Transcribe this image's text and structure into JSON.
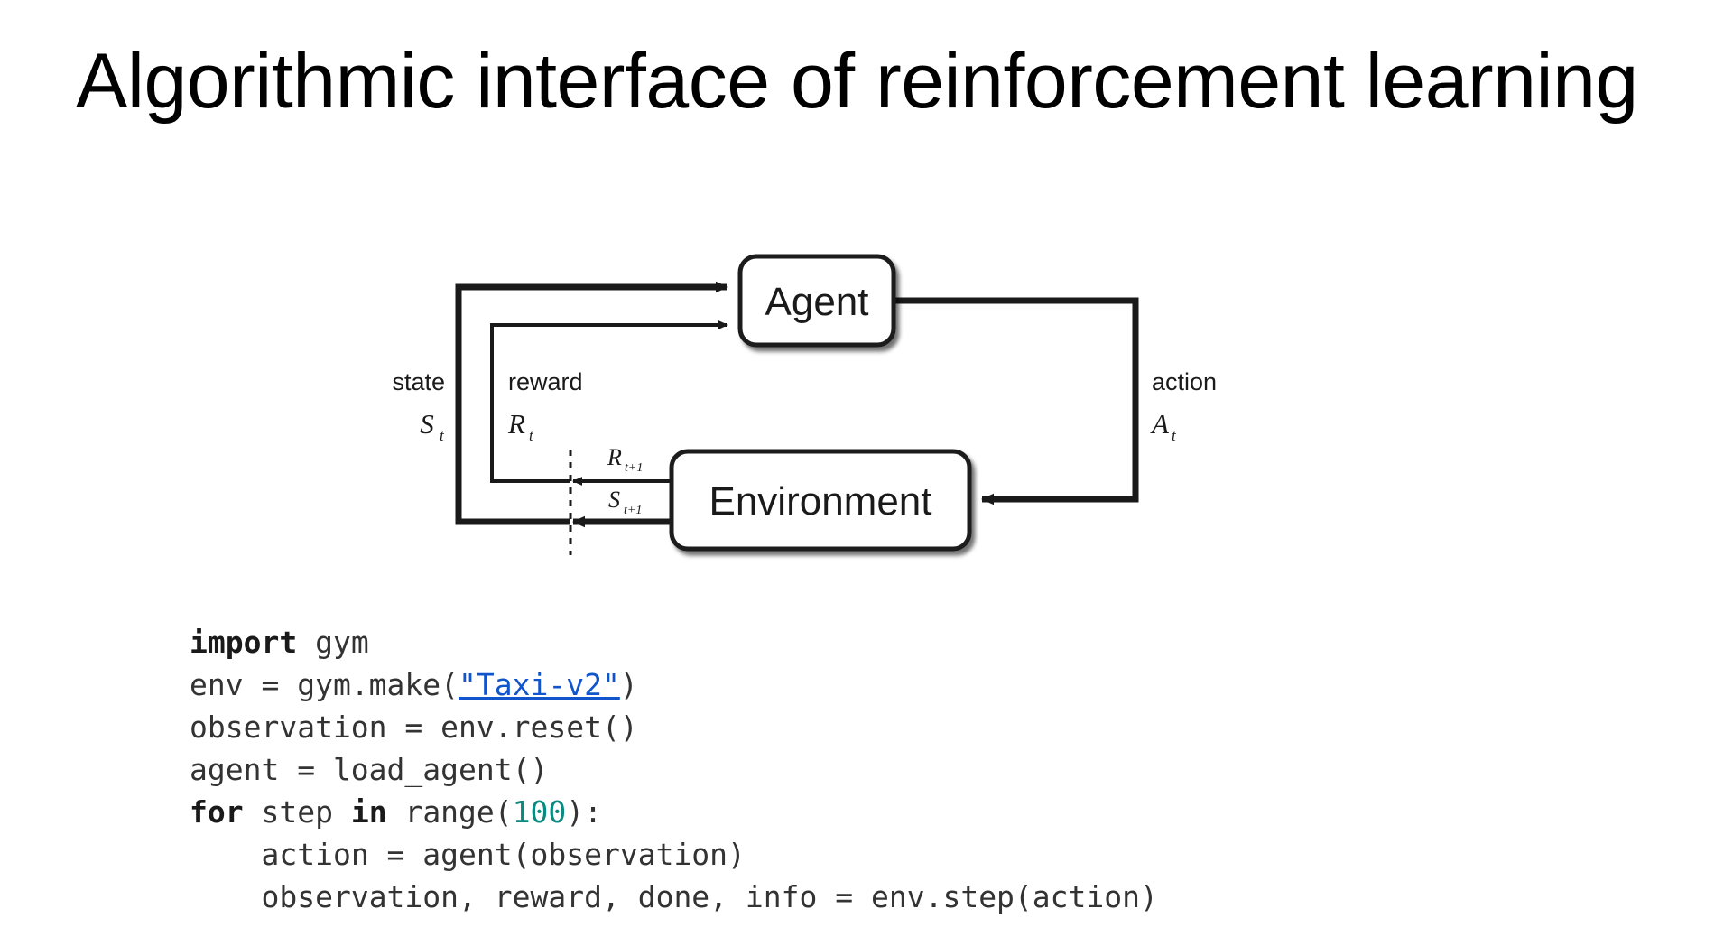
{
  "slide": {
    "title": "Algorithmic interface of reinforcement learning",
    "background_color": "#ffffff"
  },
  "diagram": {
    "name": "agent-environment-interaction-loop",
    "boxes": [
      {
        "id": "agent",
        "label": "Agent"
      },
      {
        "id": "environment",
        "label": "Environment"
      }
    ],
    "edge_labels": [
      {
        "id": "state",
        "text": "state",
        "symbol": "S",
        "subscript": "t"
      },
      {
        "id": "reward",
        "text": "reward",
        "symbol": "R",
        "subscript": "t"
      },
      {
        "id": "action",
        "text": "action",
        "symbol": "A",
        "subscript": "t"
      },
      {
        "id": "reward-next",
        "text": "",
        "symbol": "R",
        "subscript": "t+1"
      },
      {
        "id": "state-next",
        "text": "",
        "symbol": "S",
        "subscript": "t+1"
      }
    ],
    "colors": {
      "stroke": "#1a1a1a",
      "fill": "#ffffff",
      "text": "#1a1a1a"
    }
  },
  "code": {
    "language": "python",
    "colors": {
      "text": "#333333",
      "keyword": "#1a1a1a",
      "number": "#0a8a80",
      "link": "#1155cc"
    },
    "lines": [
      {
        "indent": 0,
        "tokens": [
          {
            "t": "import",
            "k": "kw"
          },
          {
            "t": " gym",
            "k": "plain"
          }
        ]
      },
      {
        "indent": 0,
        "tokens": [
          {
            "t": "env = gym.make(",
            "k": "plain"
          },
          {
            "t": "\"Taxi-v2\"",
            "k": "link"
          },
          {
            "t": ")",
            "k": "plain"
          }
        ]
      },
      {
        "indent": 0,
        "tokens": [
          {
            "t": "observation = env.reset()",
            "k": "plain"
          }
        ]
      },
      {
        "indent": 0,
        "tokens": [
          {
            "t": "agent = load_agent()",
            "k": "plain"
          }
        ]
      },
      {
        "indent": 0,
        "tokens": [
          {
            "t": "for",
            "k": "kw"
          },
          {
            "t": " step ",
            "k": "plain"
          },
          {
            "t": "in",
            "k": "kw"
          },
          {
            "t": " range(",
            "k": "plain"
          },
          {
            "t": "100",
            "k": "num"
          },
          {
            "t": "):",
            "k": "plain"
          }
        ]
      },
      {
        "indent": 4,
        "tokens": [
          {
            "t": "action = agent(observation)",
            "k": "plain"
          }
        ]
      },
      {
        "indent": 4,
        "tokens": [
          {
            "t": "observation, reward, done, info = env.step(action)",
            "k": "plain"
          }
        ]
      }
    ]
  }
}
